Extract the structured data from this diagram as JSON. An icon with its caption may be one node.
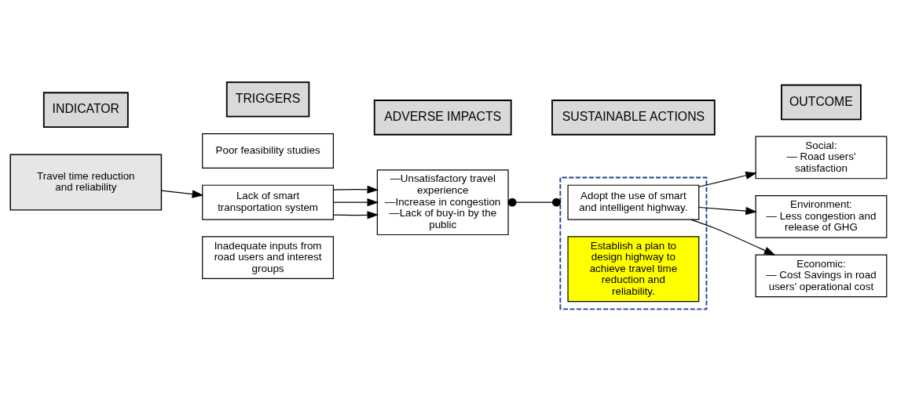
{
  "diagram": {
    "nodes": [
      {
        "text": [
          "INDICATOR"
        ]
      },
      {
        "text": [
          "TRIGGERS"
        ]
      },
      {
        "text": [
          "ADVERSE IMPACTS"
        ]
      },
      {
        "text": [
          "SUSTAINABLE ACTIONS"
        ]
      },
      {
        "text": [
          "OUTCOME"
        ]
      },
      {
        "text": [
          "Travel time reduction and reliability"
        ]
      },
      {
        "text": [
          "Poor feasibility studies"
        ]
      },
      {
        "text": [
          "Lack of smart transportation system"
        ]
      },
      {
        "text": [
          "Inadequate inputs from road users and interest groups"
        ]
      },
      {
        "text": [
          "—Unsatisfactory travel experience",
          "—Increase in congestion",
          "—Lack of buy-in by the public"
        ]
      },
      {
        "text": [],
        "shape": "box"
      },
      {
        "text": [
          "Establish a plan to design highway to achieve travel time reduction and reliability."
        ],
        "in": 10
      },
      {
        "text": [
          "Adopt the use of smart and intelligent highway."
        ],
        "in": 10
      },
      {
        "text": [
          "Social:",
          "— Road users' satisfaction"
        ]
      },
      {
        "text": [
          "Environment:",
          "— Less congestion and release of GHG"
        ]
      },
      {
        "text": [
          "Economic:",
          "— Cost Savings in road users' operational cost"
        ]
      }
    ],
    "edges": [
      {
        "from": 5,
        "to": 7,
        "arrow": "to"
      },
      {
        "from": 7,
        "to": 9,
        "arrow": "to"
      },
      {
        "from": 7,
        "to": 9,
        "arrow": "to"
      },
      {
        "from": 7,
        "to": 9,
        "arrow": "to"
      },
      {
        "from": 9,
        "to": 10,
        "arrow": "other"
      },
      {
        "from": 12,
        "to": 13,
        "arrow": "to"
      },
      {
        "from": 12,
        "to": 14,
        "arrow": "to"
      },
      {
        "from": 12,
        "to": 15,
        "arrow": "to"
      }
    ]
  }
}
